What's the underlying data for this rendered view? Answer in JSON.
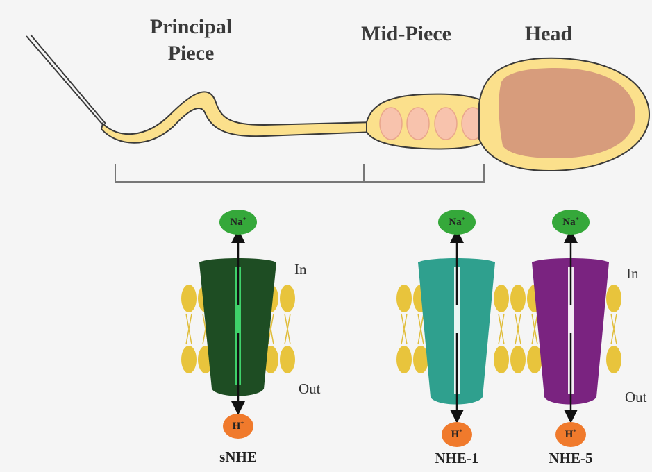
{
  "regions": {
    "principal_line1": "Principal",
    "principal_line2": "Piece",
    "midpiece": "Mid-Piece",
    "head": "Head"
  },
  "membrane": {
    "in_label": "In",
    "out_label": "Out"
  },
  "ions": {
    "sodium": "Na",
    "proton": "H",
    "charge": "+"
  },
  "exchangers": [
    {
      "name": "sNHE",
      "color": "#1e4d23"
    },
    {
      "name": "NHE-1",
      "color": "#2fa08e"
    },
    {
      "name": "NHE-5",
      "color": "#7a2380"
    }
  ],
  "colors": {
    "sperm_body": "#fbe08c",
    "sperm_outline": "#3a3a3a",
    "nucleus": "#d79c7c",
    "mitochondria": "#f8c3ad",
    "lipid_head": "#e8c43c",
    "sodium_ion": "#35a83a",
    "proton_ion": "#f07a2c"
  }
}
